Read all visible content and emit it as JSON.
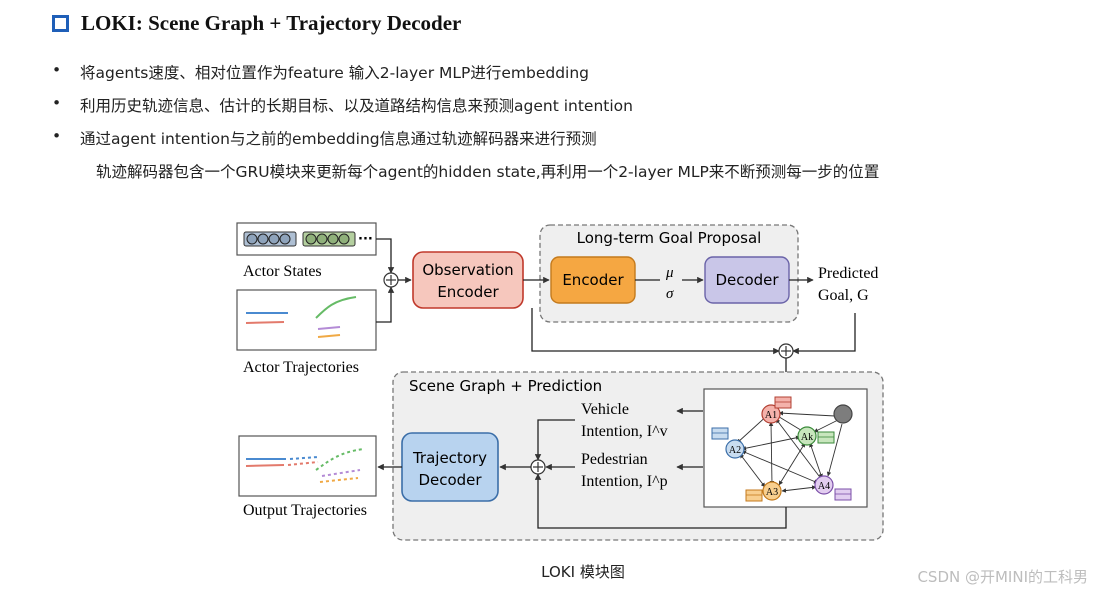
{
  "header": {
    "title": "LOKI: Scene Graph + Trajectory Decoder",
    "bullets": [
      "将agents速度、相对位置作为feature 输入2-layer MLP进行embedding",
      "利用历史轨迹信息、估计的长期目标、以及道路结构信息来预测agent intention",
      "通过agent intention与之前的embedding信息通过轨迹解码器来进行预测"
    ],
    "sub_bullet": "轨迹解码器包含一个GRU模块来更新每个agent的hidden state,再利用一个2-layer MLP来不断预测每一步的位置"
  },
  "diagram": {
    "actor_states_label": "Actor States",
    "actor_trajectories_label": "Actor Trajectories",
    "ellipsis": "···",
    "observation_encoder": [
      "Observation",
      "Encoder"
    ],
    "goal_group_title": "Long-term Goal Proposal",
    "encoder_label": "Encoder",
    "mu_symbol": "μ",
    "sigma_symbol": "σ",
    "decoder_label": "Decoder",
    "predicted_goal": [
      "Predicted",
      "Goal, G"
    ],
    "scene_group_title": "Scene Graph + Prediction",
    "vehicle_intention": [
      "Vehicle",
      "Intention, I^v"
    ],
    "pedestrian_intention": [
      "Pedestrian",
      "Intention, I^p"
    ],
    "trajectory_decoder": [
      "Trajectory",
      "Decoder"
    ],
    "output_trajectories_label": "Output Trajectories",
    "graph_nodes": [
      "A1",
      "A2",
      "Ak",
      "A3",
      "A4"
    ],
    "plus_symbol": "+"
  },
  "caption": "LOKI 模块图",
  "watermark": "CSDN @开MINI的工科男",
  "colors": {
    "title_icon": "#1f5fb8",
    "observation_encoder_fill": "#f6c7bd",
    "observation_encoder_stroke": "#c0392b",
    "encoder_fill": "#f5a742",
    "decoder_fill": "#c9c6e8",
    "trajectory_decoder_fill": "#b8d3ef",
    "group_fill": "#efefef"
  }
}
